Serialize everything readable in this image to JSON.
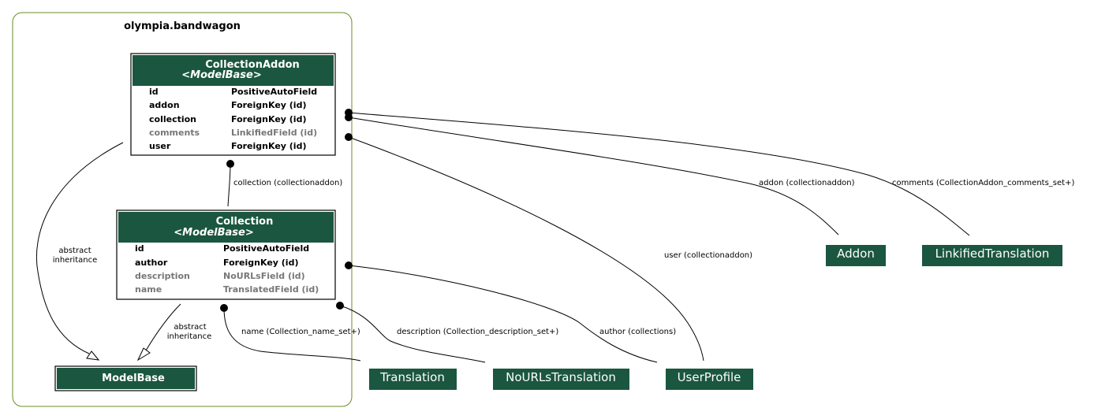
{
  "cluster": {
    "title": "olympia.bandwagon",
    "border_color": "#6b8e23"
  },
  "colors": {
    "header_fill": "#1b5640",
    "header_text": "#ffffff",
    "line": "#000000",
    "muted_text": "#777777"
  },
  "models": {
    "collection_addon": {
      "name": "CollectionAddon",
      "base": "<ModelBase>",
      "fields": [
        {
          "name": "id",
          "type": "PositiveAutoField",
          "muted": false
        },
        {
          "name": "addon",
          "type": "ForeignKey (id)",
          "muted": false
        },
        {
          "name": "collection",
          "type": "ForeignKey (id)",
          "muted": false
        },
        {
          "name": "comments",
          "type": "LinkifiedField (id)",
          "muted": true
        },
        {
          "name": "user",
          "type": "ForeignKey (id)",
          "muted": false
        }
      ]
    },
    "collection": {
      "name": "Collection",
      "base": "<ModelBase>",
      "fields": [
        {
          "name": "id",
          "type": "PositiveAutoField",
          "muted": false
        },
        {
          "name": "author",
          "type": "ForeignKey (id)",
          "muted": false
        },
        {
          "name": "description",
          "type": "NoURLsField (id)",
          "muted": true
        },
        {
          "name": "name",
          "type": "TranslatedField (id)",
          "muted": true
        }
      ]
    },
    "model_base": {
      "name": "ModelBase"
    }
  },
  "external_nodes": {
    "addon": "Addon",
    "linkified_translation": "LinkifiedTranslation",
    "translation": "Translation",
    "nourls_translation": "NoURLsTranslation",
    "user_profile": "UserProfile"
  },
  "edge_labels": {
    "collection": "collection (collectionaddon)",
    "addon": "addon (collectionaddon)",
    "comments": "comments (CollectionAddon_comments_set+)",
    "user": "user (collectionaddon)",
    "inherit_collection_addon": [
      "abstract",
      "inheritance"
    ],
    "inherit_collection": [
      "abstract",
      "inheritance"
    ],
    "name": "name (Collection_name_set+)",
    "description": "description (Collection_description_set+)",
    "author": "author (collections)"
  }
}
